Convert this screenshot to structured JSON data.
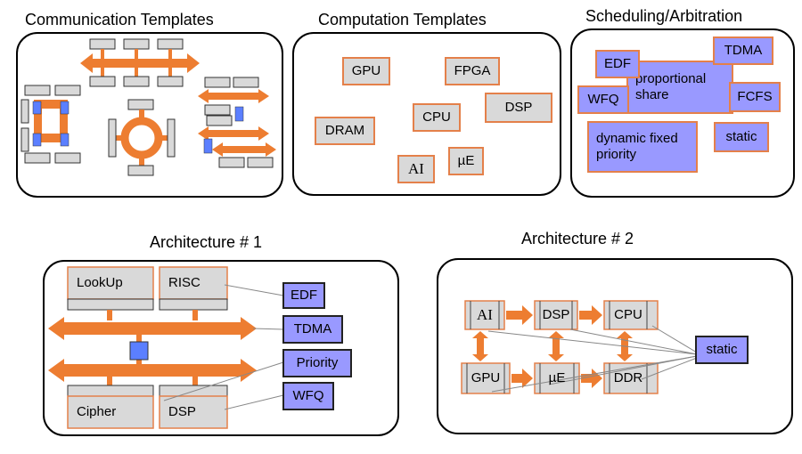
{
  "titles": {
    "communication": "Communication Templates",
    "computation": "Computation Templates",
    "scheduling": "Scheduling/Arbitration",
    "arch1": "Architecture # 1",
    "arch2": "Architecture # 2"
  },
  "computation": [
    "GPU",
    "FPGA",
    "DSP",
    "DRAM",
    "CPU",
    "AI",
    "µE"
  ],
  "scheduling": [
    "EDF",
    "TDMA",
    "proportional share",
    "WFQ",
    "FCFS",
    "dynamic fixed priority",
    "static"
  ],
  "arch1": {
    "blocks": [
      "LookUp",
      "RISC",
      "Cipher",
      "DSP"
    ],
    "policies": [
      "EDF",
      "TDMA",
      "Priority",
      "WFQ"
    ]
  },
  "arch2": {
    "blocks": [
      "AI",
      "DSP",
      "CPU",
      "GPU",
      "µE",
      "DDR"
    ],
    "policy": "static"
  },
  "colors": {
    "arrow": "#ed7d31",
    "gray": "#d9d9d9",
    "purple": "#9999ff",
    "bluebox": "#5b7fff"
  }
}
